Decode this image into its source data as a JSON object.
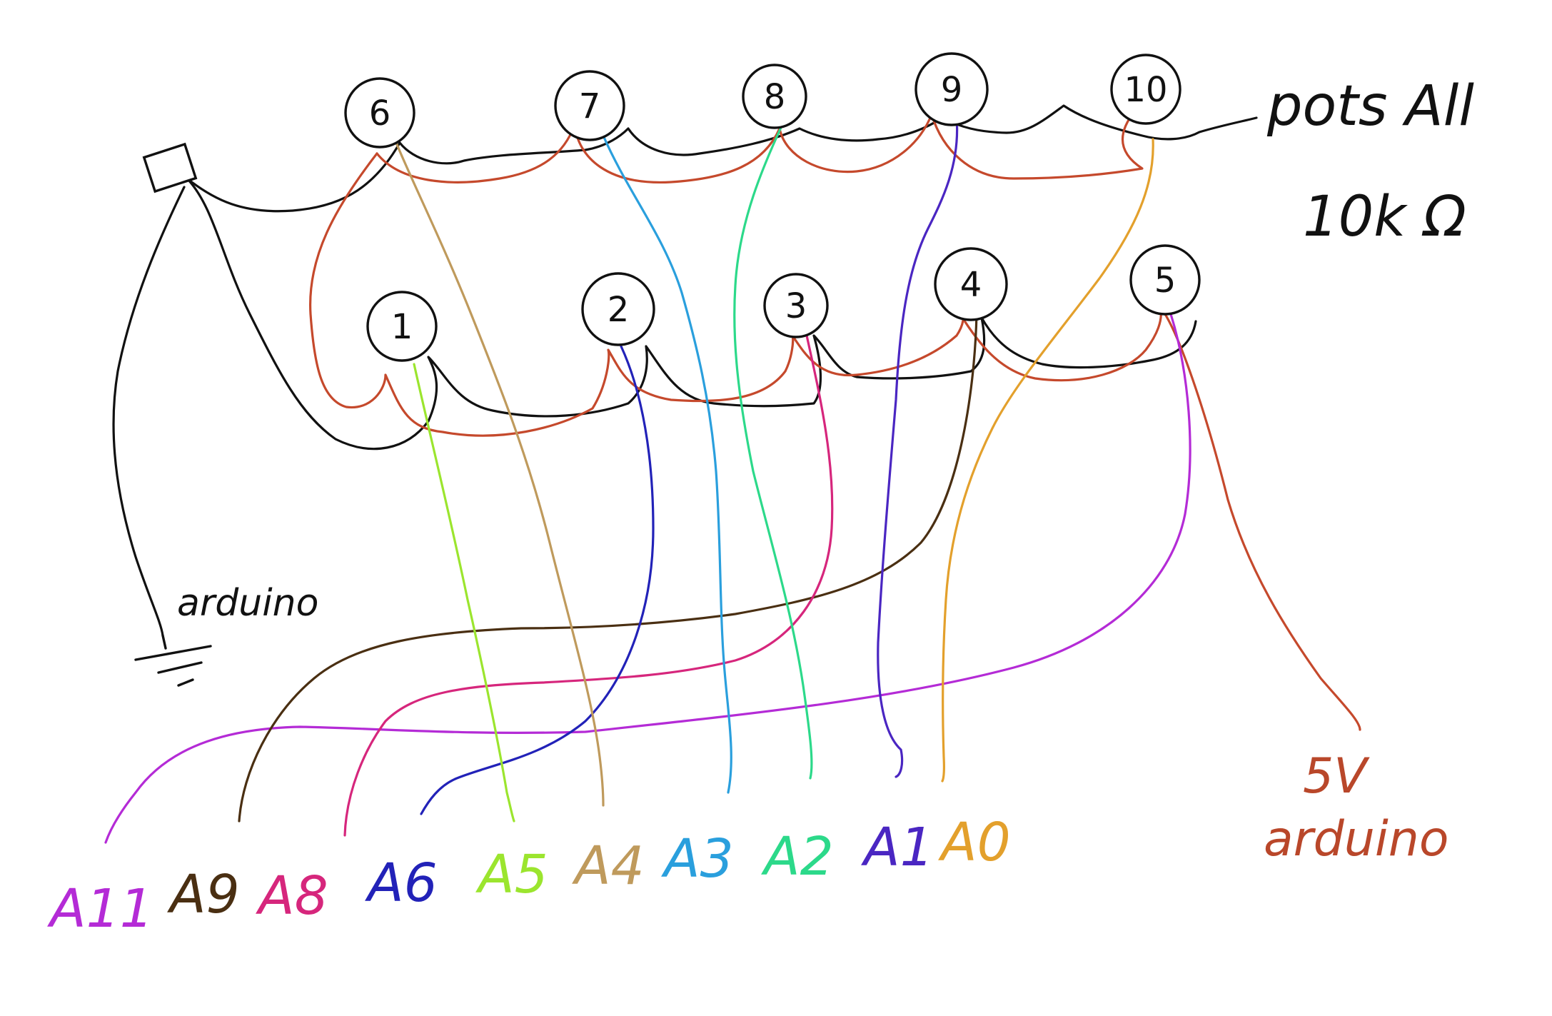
{
  "note": {
    "line1": "pots All",
    "line2": "10k Ω"
  },
  "ground_label": "arduino",
  "supply": {
    "line1": "5V",
    "line2": "arduino",
    "color": "#b9472a"
  },
  "colors": {
    "ground_wire": "#111111",
    "supply_wire": "#c5492c"
  },
  "pots": [
    {
      "label": "1"
    },
    {
      "label": "2"
    },
    {
      "label": "3"
    },
    {
      "label": "4"
    },
    {
      "label": "5"
    },
    {
      "label": "6"
    },
    {
      "label": "7"
    },
    {
      "label": "8"
    },
    {
      "label": "9"
    },
    {
      "label": "10"
    }
  ],
  "pins": [
    {
      "label": "A11",
      "pot": "5",
      "color": "#b42bd6"
    },
    {
      "label": "A9",
      "pot": "4",
      "color": "#4a2f12"
    },
    {
      "label": "A8",
      "pot": "3",
      "color": "#d6267c"
    },
    {
      "label": "A6",
      "pot": "2",
      "color": "#2222b8"
    },
    {
      "label": "A5",
      "pot": "1",
      "color": "#9be52e"
    },
    {
      "label": "A4",
      "pot": "6",
      "color": "#bf9a5c"
    },
    {
      "label": "A3",
      "pot": "7",
      "color": "#2a9fdd"
    },
    {
      "label": "A2",
      "pot": "8",
      "color": "#2cd98a"
    },
    {
      "label": "A1",
      "pot": "9",
      "color": "#4a26c2"
    },
    {
      "label": "A0",
      "pot": "10",
      "color": "#e3a02c"
    }
  ]
}
